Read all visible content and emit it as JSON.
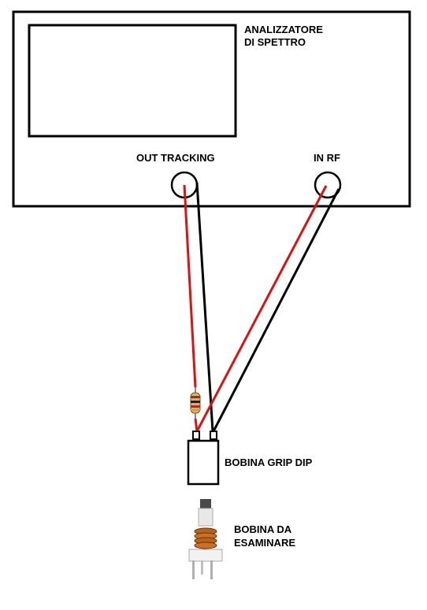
{
  "analyzer": {
    "title_line1": "ANALIZZATORE",
    "title_line2": "DI SPETTRO",
    "out_tracking_label": "OUT TRACKING",
    "in_rf_label": "IN RF"
  },
  "grip_dip": {
    "label": "BOBINA GRIP DIP"
  },
  "test_coil": {
    "label_line1": "BOBINA DA",
    "label_line2": "ESAMINARE"
  },
  "colors": {
    "outline": "#000000",
    "red_wire": "#e01010",
    "black_wire": "#000000",
    "copper": "#b8621b",
    "resistor_body": "#d8b070"
  }
}
